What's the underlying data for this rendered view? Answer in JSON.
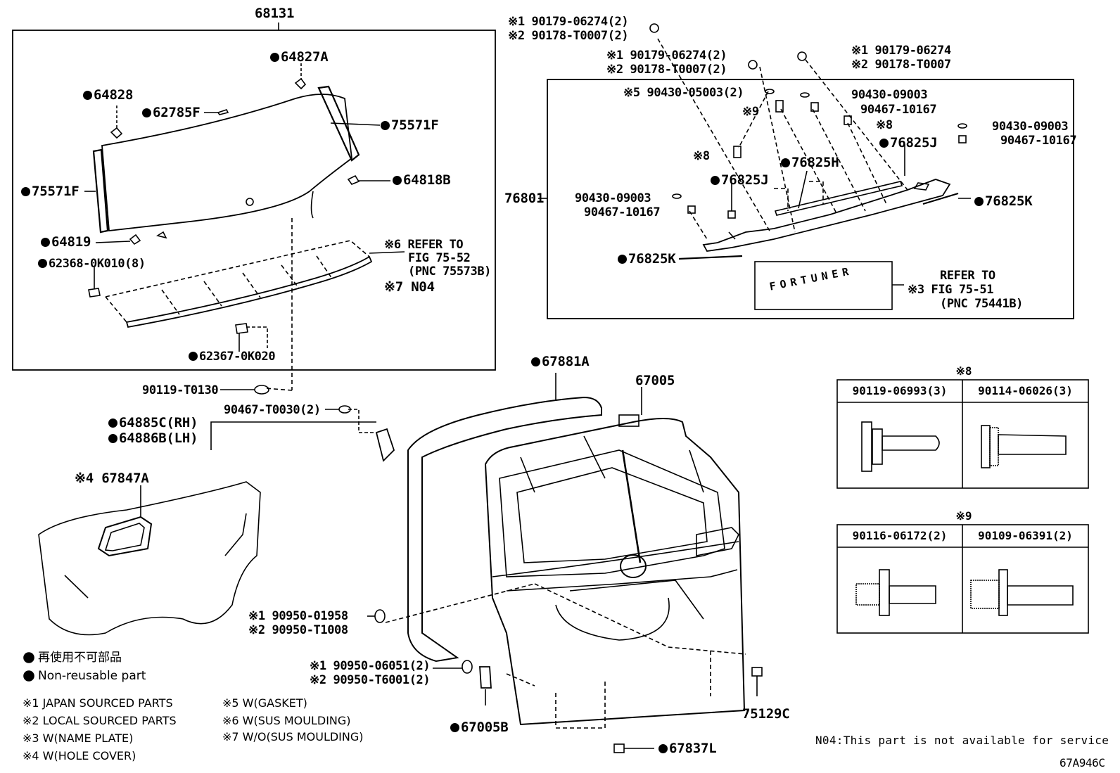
{
  "box_glass": {
    "title": "68131",
    "p64827A": "64827A",
    "p64828": "64828",
    "p62785F": "62785F",
    "p75571F_right": "75571F",
    "p75571F_left": "75571F",
    "p64818B": "64818B",
    "p64819": "64819",
    "p62368": "62368-0K010(8)",
    "ref6_a": "※6 REFER TO",
    "ref6_b": "FIG 75-52",
    "ref6_c": "(PNC 75573B)",
    "ref7": "※7 N04",
    "p62367": "62367-0K020"
  },
  "box_garnish": {
    "title": "76801",
    "bolt_top_1": "※1 90179-06274(2)",
    "bolt_top_2": "※2 90178-T0007(2)",
    "bolt_mid_1": "※1 90179-06274(2)",
    "bolt_mid_2": "※2 90178-T0007(2)",
    "bolt_r_1": "※1 90179-06274",
    "bolt_r_2": "※2 90178-T0007",
    "p90430_5": "※5 90430-05003(2)",
    "p90430_09003_a": "90430-09003",
    "p9": "※9",
    "p90467_10167_a": "90467-10167",
    "p8_a": "※8",
    "p90430_09003_b": "90430-09003",
    "p90467_10167_b": "90467-10167",
    "p8_b": "※8",
    "p76825H": "76825H",
    "p76825J_a": "76825J",
    "p76825J_b": "76825J",
    "p90430_09003_c": "90430-09003",
    "p90467_10167_c": "90467-10167",
    "p76825K_r": "76825K",
    "p76825K_l": "76825K",
    "ref3_a": "REFER TO",
    "ref3_b": "※3 FIG 75-51",
    "ref3_c": "(PNC 75441B)",
    "nameplate": "FORTUNER"
  },
  "door": {
    "p90119": "90119-T0130",
    "p90467_T0030": "90467-T0030(2)",
    "p64885C": "64885C(RH)",
    "p64886B": "64886B(LH)",
    "p67881A": "67881A",
    "p67005": "67005",
    "p67847A": "※4 67847A",
    "p90950_01958_1": "※1 90950-01958",
    "p90950_01958_2": "※2 90950-T1008",
    "p90950_06051_1": "※1 90950-06051(2)",
    "p90950_06051_2": "※2 90950-T6001(2)",
    "p67005B": "67005B",
    "p75129C": "75129C",
    "p67837L": "67837L"
  },
  "table8": {
    "mark": "※8",
    "col1": "90119-06993(3)",
    "col2": "90114-06026(3)"
  },
  "table9": {
    "mark": "※9",
    "col1": "90116-06172(2)",
    "col2": "90109-06391(2)"
  },
  "legend": {
    "jp": "再使用不可部品",
    "en": "Non-reusable part",
    "n1": "※1  JAPAN SOURCED PARTS",
    "n2": "※2  LOCAL SOURCED PARTS",
    "n3": "※3  W(NAME PLATE)",
    "n4": "※4  W(HOLE COVER)",
    "n5": "※5  W(GASKET)",
    "n6": "※6  W(SUS MOULDING)",
    "n7": "※7  W/O(SUS MOULDING)",
    "n04": "N04:This part is not available for service",
    "code": "67A946C"
  }
}
